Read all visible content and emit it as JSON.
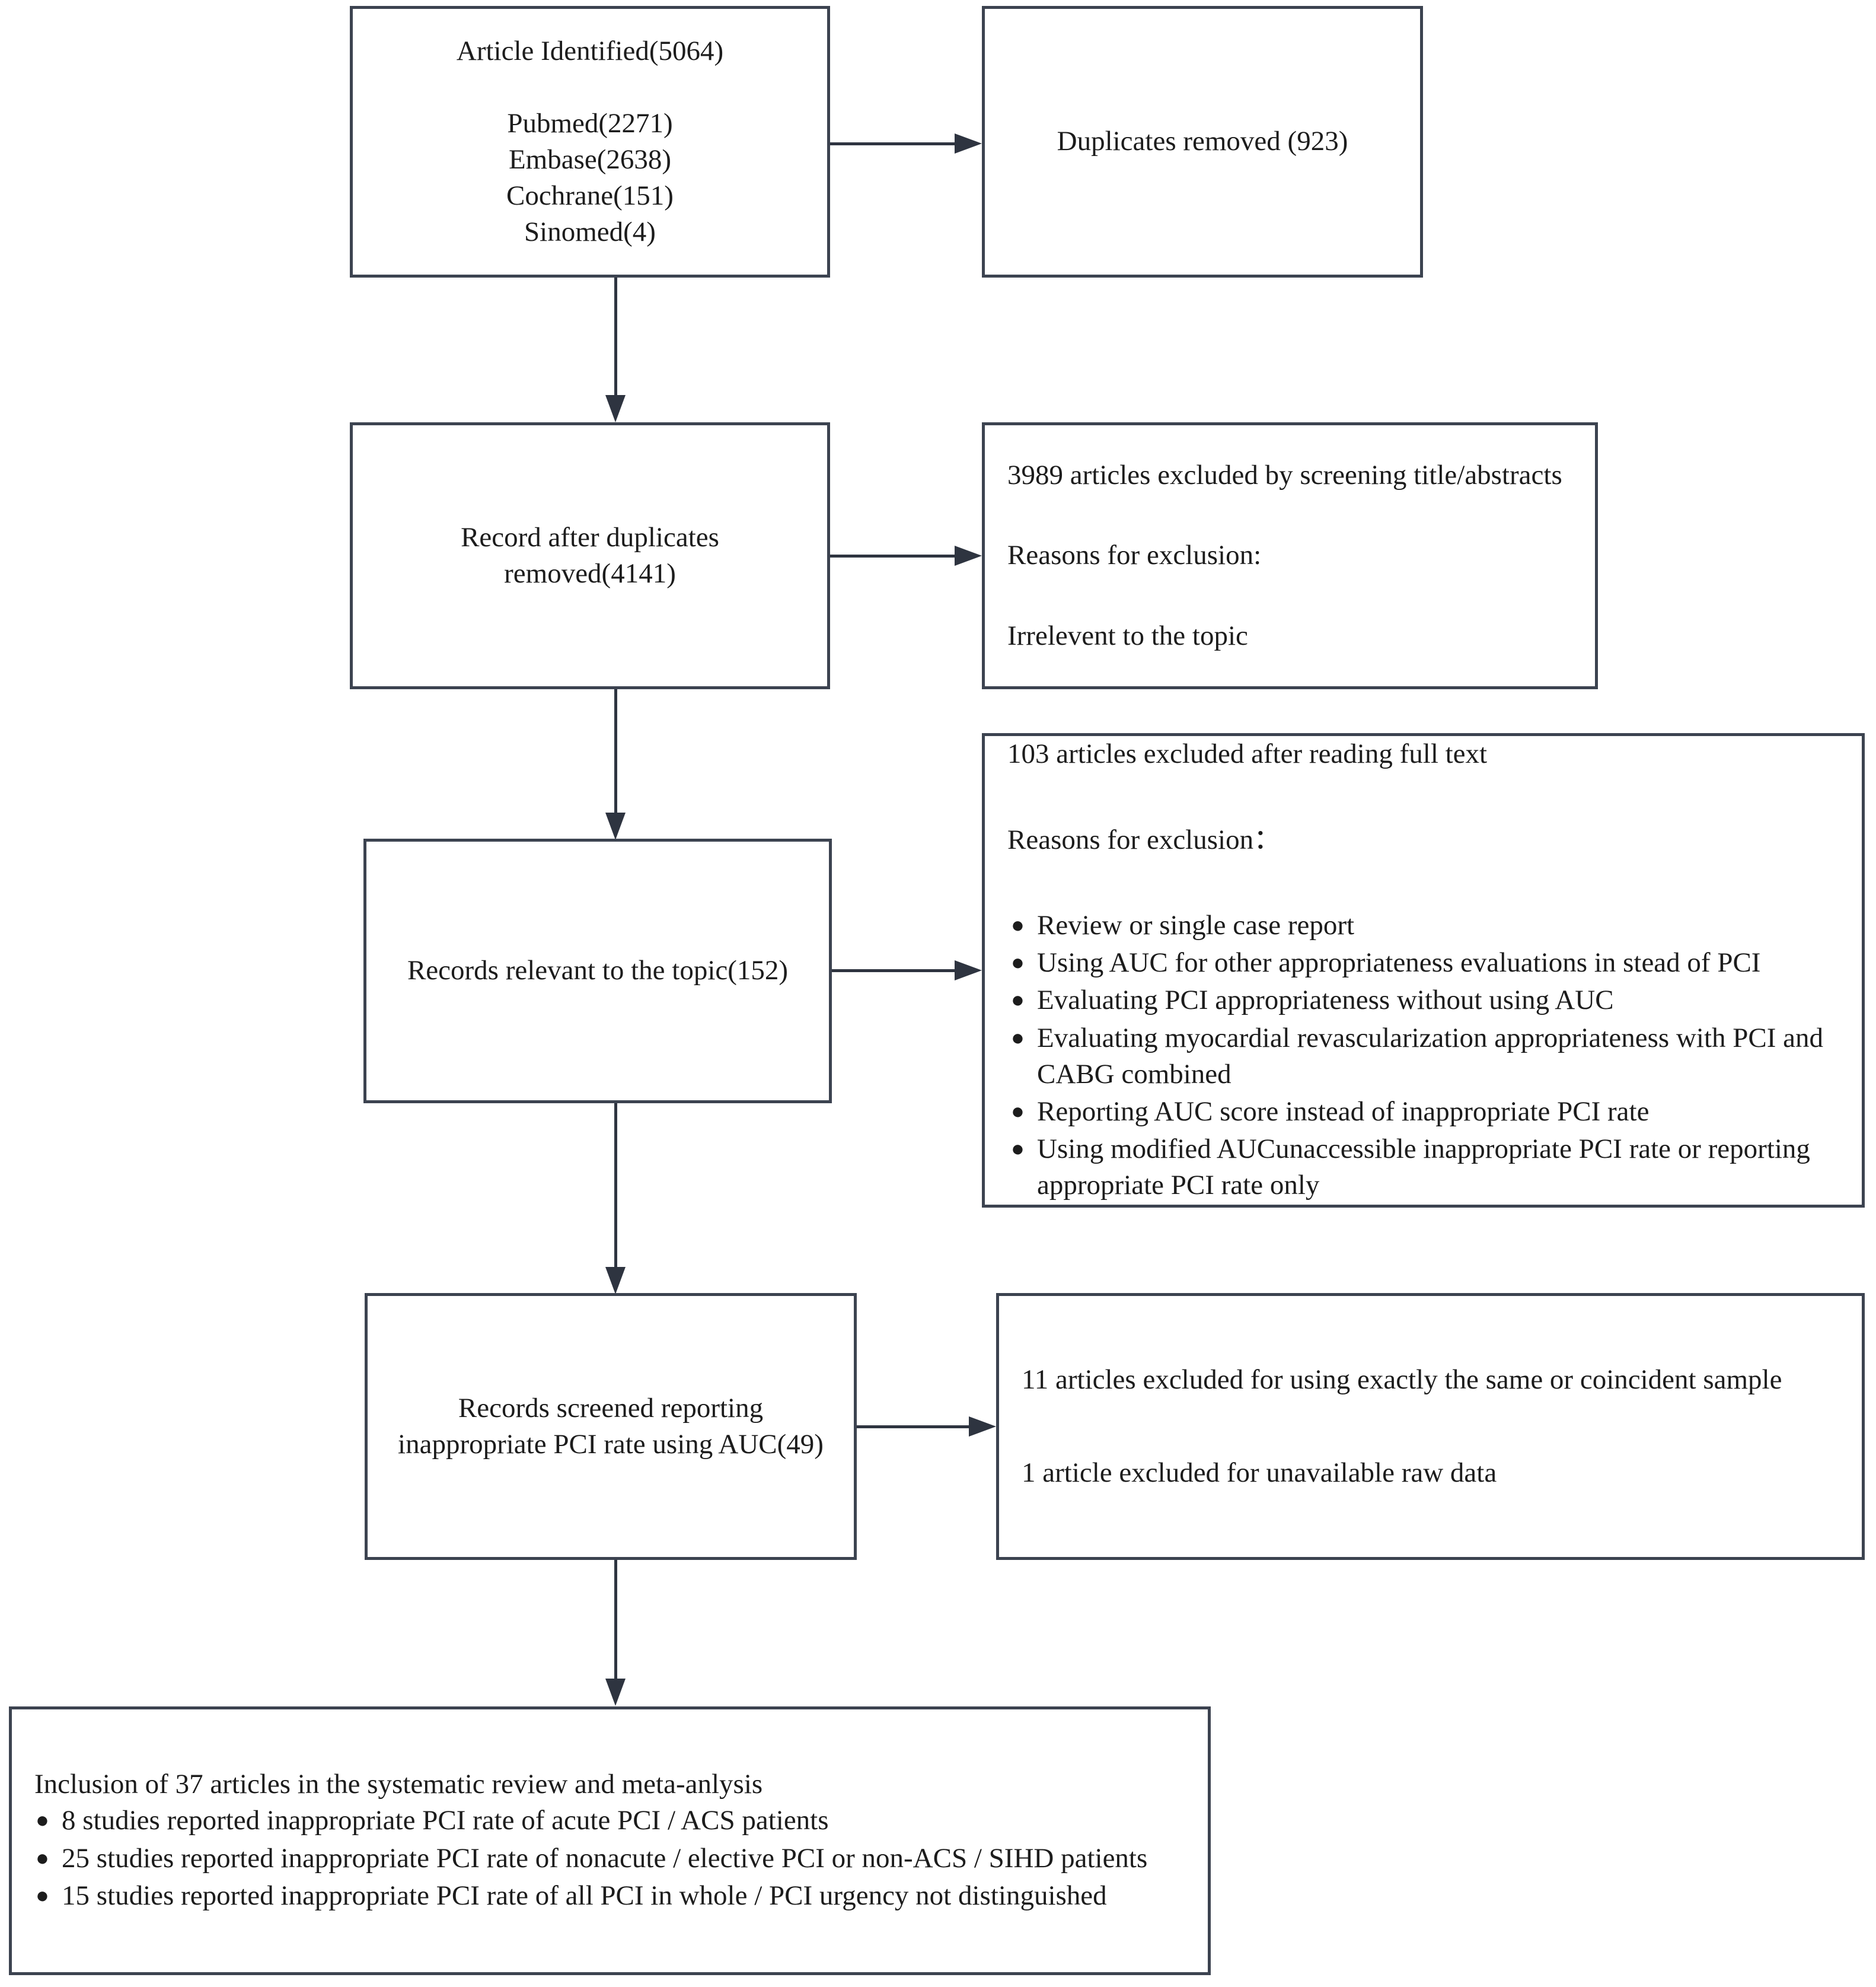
{
  "diagram": {
    "title": "PRISMA study selection flow diagram",
    "accent_color": "#3c4350",
    "line_color": "#2e3440",
    "background": "#ffffff"
  },
  "identification_box": {
    "heading": "Article Identified(5064)",
    "sources": [
      "Pubmed(2271)",
      "Embase(2638)",
      "Cochrane(151)",
      "Sinomed(4)"
    ]
  },
  "duplicates_box": {
    "text": "Duplicates removed (923)"
  },
  "after_duplicates_box": {
    "line1": "Record after duplicates",
    "line2": "removed(4141)"
  },
  "title_abstract_exclusion_box": {
    "count_line": "3989 articles excluded by screening title/abstracts",
    "reasons_label": "Reasons for exclusion:",
    "reason": "Irrelevent to the topic"
  },
  "relevant_records_box": {
    "text": "Records relevant to the topic(152)"
  },
  "fulltext_exclusion_box": {
    "count_line": "103 articles excluded after reading full text",
    "reasons_label": "Reasons for exclusion：",
    "bullet_glyph": "●",
    "reasons": [
      {
        "main": "Review or single case report",
        "cont": ""
      },
      {
        "main": "Using AUC for other appropriateness evaluations in stead of PCI",
        "cont": ""
      },
      {
        "main": "Evaluating PCI appropriateness without using AUC",
        "cont": ""
      },
      {
        "main": "Evaluating myocardial revascularization appropriateness with PCI",
        "cont": "and CABG combined"
      },
      {
        "main": "Reporting AUC score instead of inappropriate PCI rate",
        "cont": ""
      },
      {
        "main": "Using modified AUCunaccessible inappropriate PCI rate or reporting",
        "cont": "appropriate PCI rate only"
      }
    ]
  },
  "screened_records_box": {
    "line1": "Records screened reporting",
    "line2": "inappropriate PCI rate using AUC(49)"
  },
  "sample_exclusion_box": {
    "line1": "11 articles excluded for using exactly the same or coincident sample",
    "line2": "1 article excluded for unavailable raw data"
  },
  "inclusion_box": {
    "heading": "Inclusion of 37 articles in the systematic review and meta-anlysis",
    "bullet_glyph": "●",
    "items": [
      "8 studies reported inappropriate PCI rate of acute PCI / ACS patients",
      "25 studies reported inappropriate PCI rate of nonacute / elective PCI or non-ACS / SIHD patients",
      "15 studies reported inappropriate PCI rate of all PCI in whole / PCI urgency not distinguished"
    ]
  },
  "connectors": {
    "identified_to_duplicates": "arrow-right",
    "identified_to_after_duplicates": "arrow-down",
    "after_duplicates_to_title_exclusion": "arrow-right",
    "after_duplicates_to_relevant": "arrow-down",
    "relevant_to_fulltext_exclusion": "arrow-right",
    "relevant_to_screened": "arrow-down",
    "screened_to_sample_exclusion": "arrow-right",
    "screened_to_inclusion": "arrow-down"
  }
}
